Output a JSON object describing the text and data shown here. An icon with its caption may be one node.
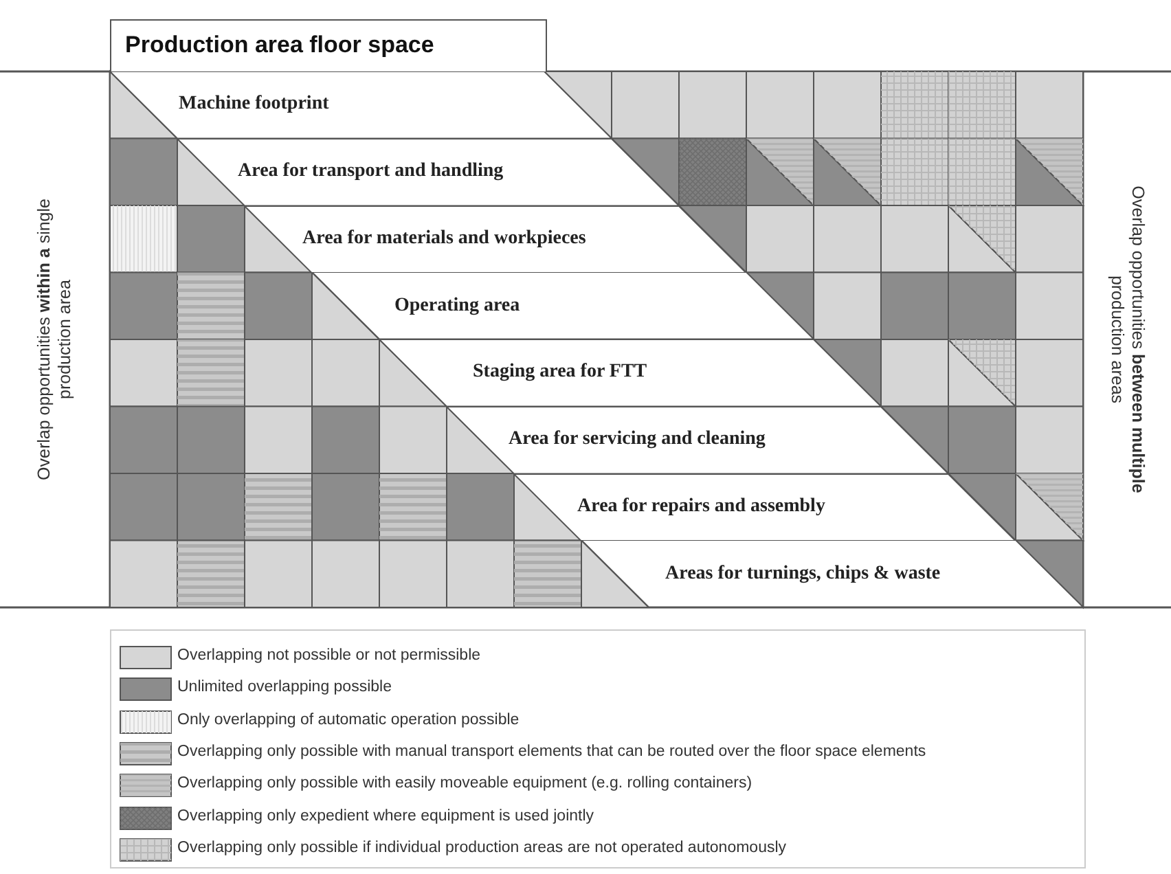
{
  "diagram": {
    "nodes": [
      {
        "text": [
          "Production area floor space"
        ]
      },
      {
        "text": [
          "Machine footprint"
        ]
      },
      {
        "text": [
          "Area for transport and handling"
        ]
      },
      {
        "text": [
          "Area for materials and workpieces"
        ]
      },
      {
        "text": [
          "Operating area"
        ]
      },
      {
        "text": [
          "Staging area for FTT"
        ]
      },
      {
        "text": [
          "Area for servicing and cleaning"
        ]
      },
      {
        "text": [
          "Area for repairs and assembly"
        ]
      },
      {
        "text": [
          "Areas for turnings, chips & waste"
        ]
      }
    ],
    "labels": [
      "Overlap opportunities **within a** single production area",
      "Overlap opportunities **between multiple** production areas"
    ],
    "legend": [
      {
        "text": "Overlapping not possible or not permissible",
        "color": "#d6d6d6"
      },
      {
        "text": "Unlimited overlapping possible",
        "color": "#8c8c8c"
      },
      {
        "text": "Only overlapping of automatic operation possible",
        "color": "#f3f3f3"
      },
      {
        "text": "Overlapping only possible with manual transport elements that can be routed over the floor space elements",
        "color": "#c9c9c9"
      },
      {
        "text": "Overlapping only possible with easily moveable equipment (e.g. rolling containers)",
        "color": "#c4c4c4"
      },
      {
        "text": "Overlapping only expedient where equipment is used jointly",
        "color": "#7f7f7f"
      },
      {
        "text": "Overlapping only possible if individual production areas are not operated autonomously",
        "color": "#d2d2d2"
      }
    ]
  }
}
